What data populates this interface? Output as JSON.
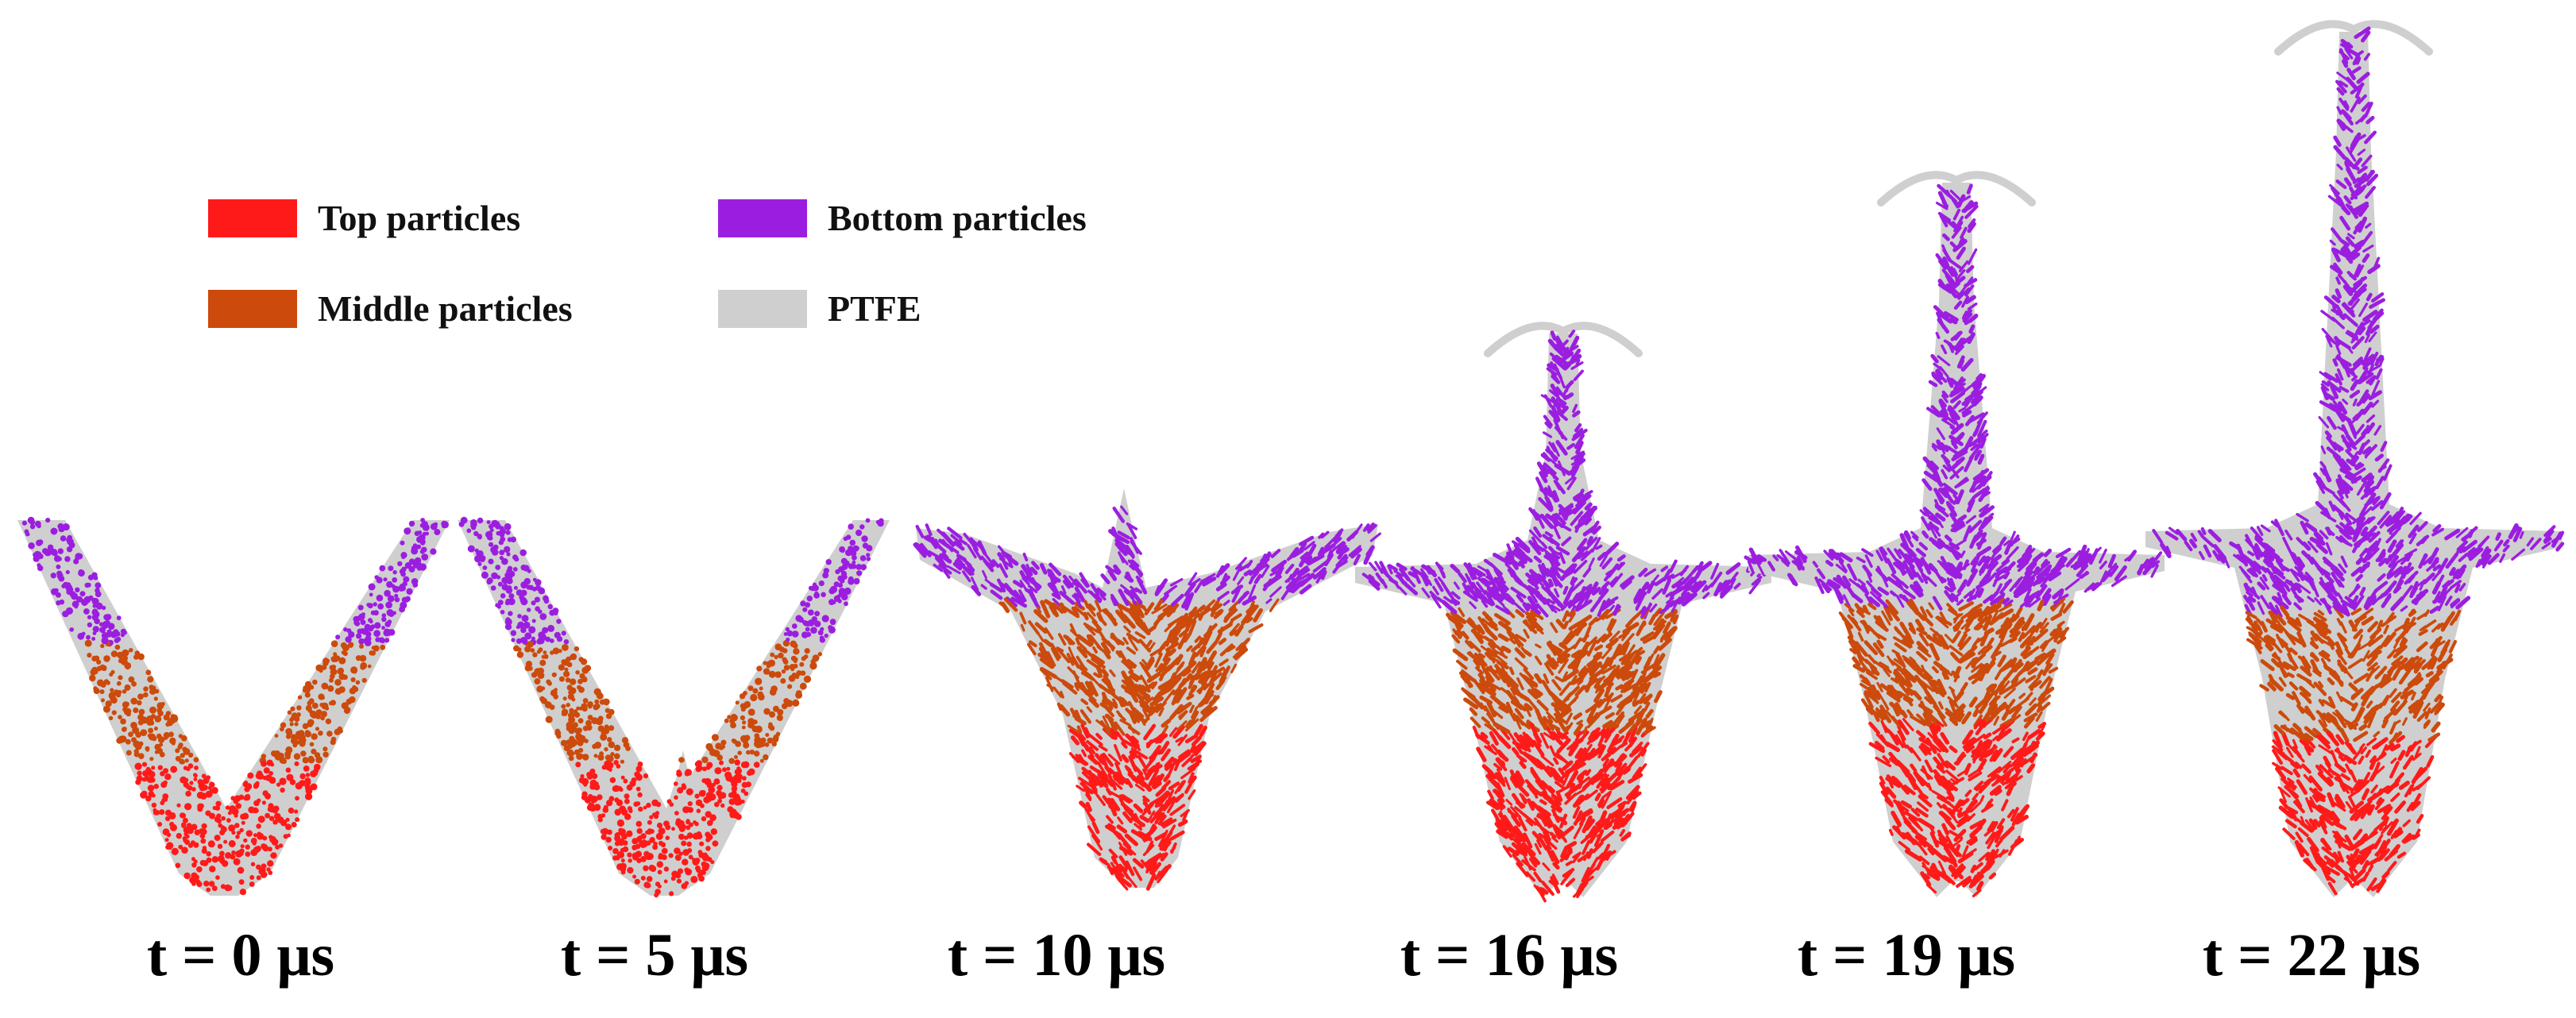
{
  "legend": {
    "top": {
      "label": "Top particles",
      "color": "#ff1a1a"
    },
    "middle": {
      "label": "Middle particles",
      "color": "#cc4a0c"
    },
    "bottom": {
      "label": "Bottom particles",
      "color": "#9b1ee0"
    },
    "ptfe": {
      "label": "PTFE",
      "color": "#cfcfcf"
    }
  },
  "frames": [
    {
      "label": "t = 0 μs"
    },
    {
      "label": "t = 5 μs"
    },
    {
      "label": "t = 10 μs"
    },
    {
      "label": "t = 16 μs"
    },
    {
      "label": "t = 19 μs"
    },
    {
      "label": "t = 22 μs"
    }
  ]
}
